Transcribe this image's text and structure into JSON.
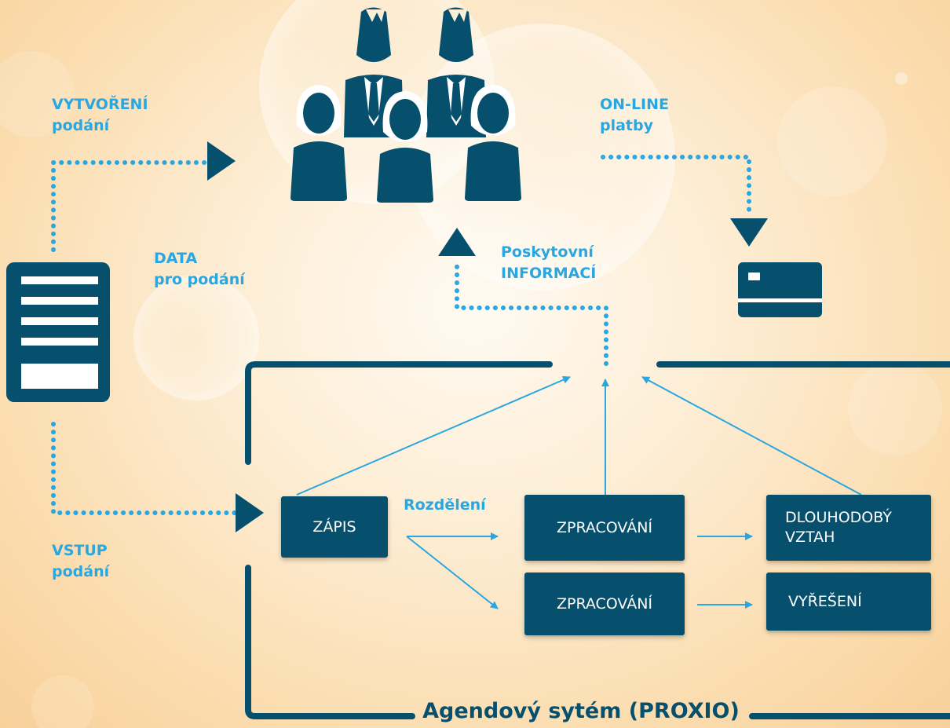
{
  "labels": {
    "vytvoreni": {
      "line1": "VYTVOŘENÍ",
      "line2": "podání"
    },
    "online": {
      "line1": "ON-LINE",
      "line2": "platby"
    },
    "data": {
      "line1": "DATA",
      "line2": "pro podání"
    },
    "poskytovani": {
      "line1": "Poskytovní",
      "line2": "INFORMACÍ"
    },
    "rozdeleni": "Rozdělení",
    "vstup": {
      "line1": "VSTUP",
      "line2": "podání"
    }
  },
  "boxes": {
    "zapis": "ZÁPIS",
    "zpracovani_1": "ZPRACOVÁNÍ",
    "zpracovani_2": "ZPRACOVÁNÍ",
    "dlouhodoby": {
      "line1": "DLOUHODOBÝ",
      "line2": "VZTAH"
    },
    "vyreseni": "VYŘEŠENÍ"
  },
  "system_title": "Agendový sytém (PROXIO)",
  "icons": [
    "people-group-icon",
    "document-icon",
    "credit-card-icon"
  ],
  "colors": {
    "dark": "#06506e",
    "accent": "#2aa6e0",
    "background": "#fce6c4"
  }
}
